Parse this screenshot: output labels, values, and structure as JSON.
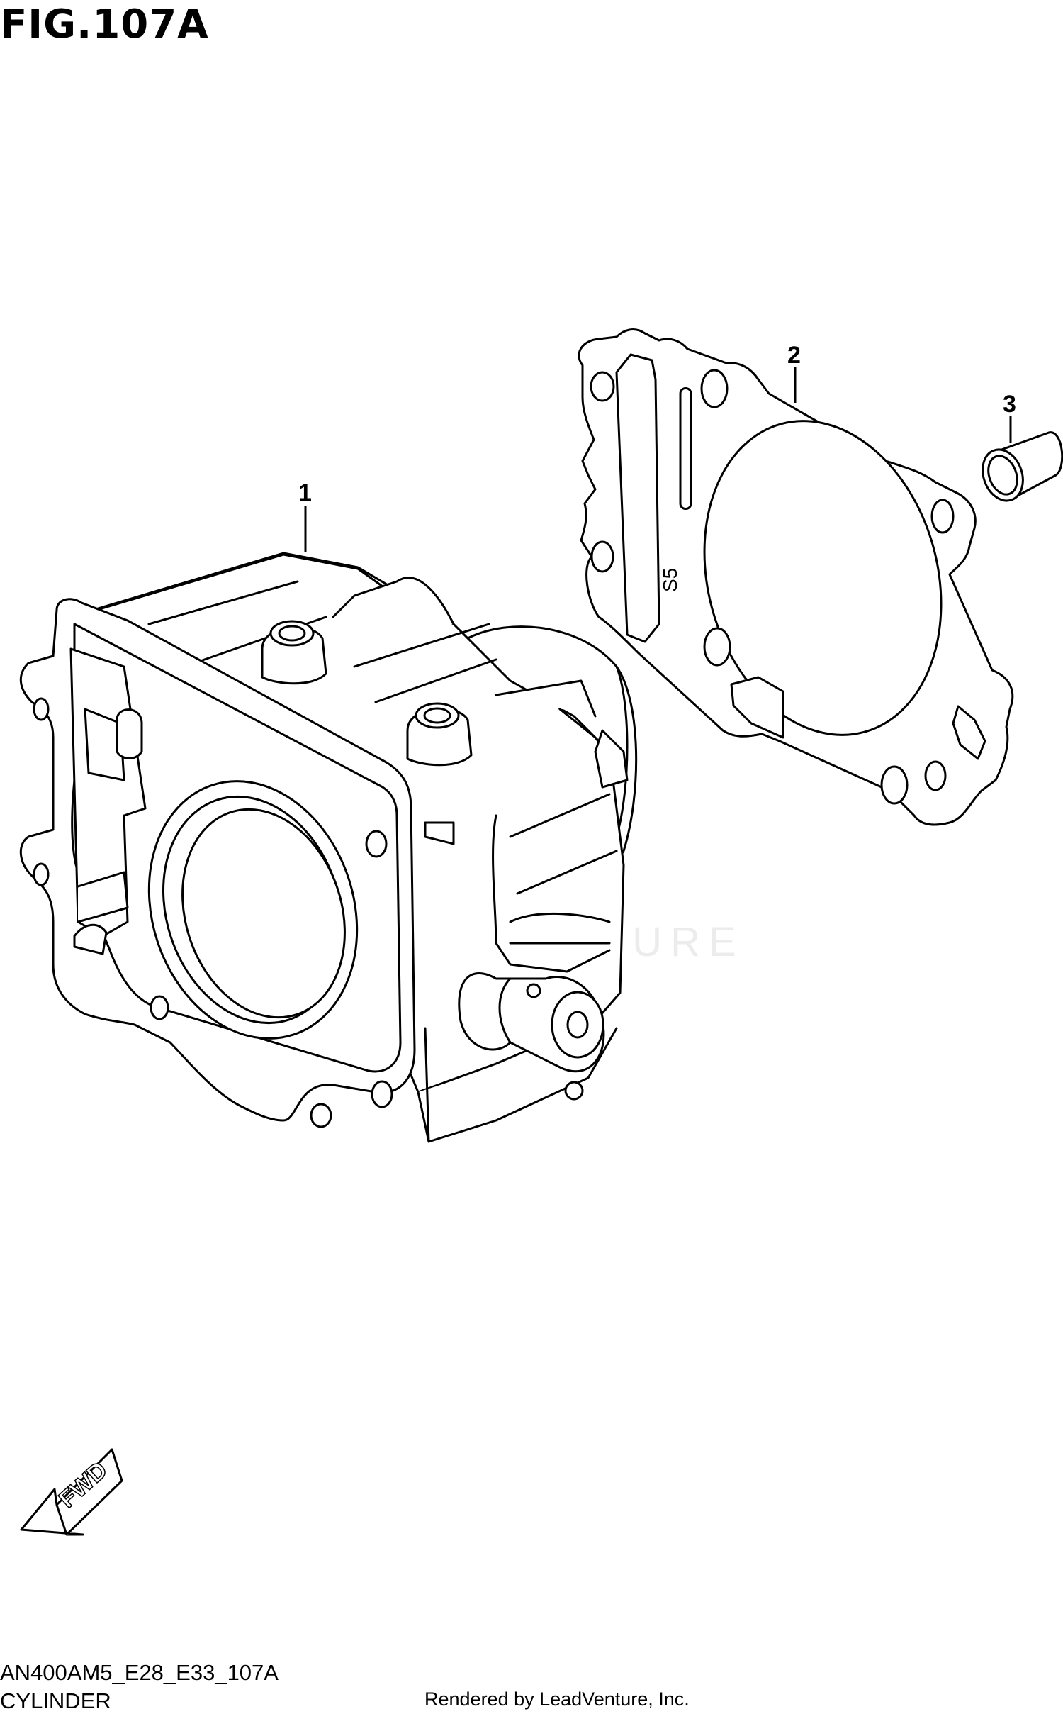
{
  "figure": {
    "title": "FIG.107A",
    "diagram_code": "AN400AM5_E28_E33_107A",
    "section_name": "CYLINDER",
    "credit": "Rendered by LeadVenture, Inc.",
    "watermark": "LEADVENTURE"
  },
  "callouts": [
    {
      "number": "1",
      "part": "cylinder"
    },
    {
      "number": "2",
      "part": "cylinder-head-gasket"
    },
    {
      "number": "3",
      "part": "dowel-pin"
    }
  ],
  "gasket_marking": "S5",
  "direction_arrow": {
    "label": "FWD",
    "icon": "fwd-arrow-icon"
  },
  "colors": {
    "line": "#000000",
    "background": "#ffffff",
    "watermark": "#ececec"
  }
}
